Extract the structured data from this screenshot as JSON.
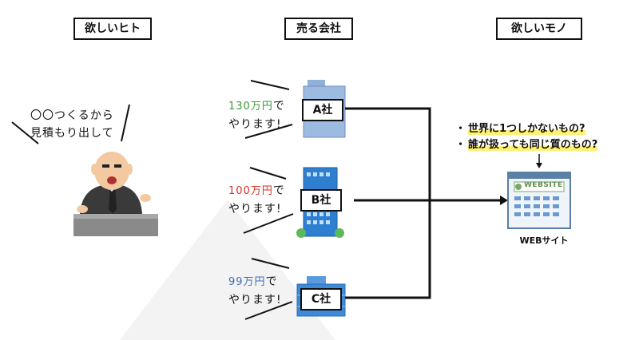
{
  "headers": {
    "want_person": "欲しいヒト",
    "seller": "売る会社",
    "want_thing": "欲しいモノ"
  },
  "client": {
    "speech_line1": "〇〇つくるから",
    "speech_line2": "見積もり出して"
  },
  "companies": [
    {
      "label": "A社",
      "price": "130万円",
      "suffix": "で",
      "line2": "やります!",
      "price_color": "#3a9a3a"
    },
    {
      "label": "B社",
      "price": "100万円",
      "suffix": "で",
      "line2": "やります!",
      "price_color": "#d93025"
    },
    {
      "label": "C社",
      "price": "99万円",
      "suffix": "で",
      "line2": "やります!",
      "price_color": "#3f6fb5"
    }
  ],
  "questions": [
    "世界に1つしかないもの?",
    "誰が扱っても同じ質のもの?"
  ],
  "website": {
    "banner": "WEBSITE",
    "caption": "WEBサイト"
  }
}
